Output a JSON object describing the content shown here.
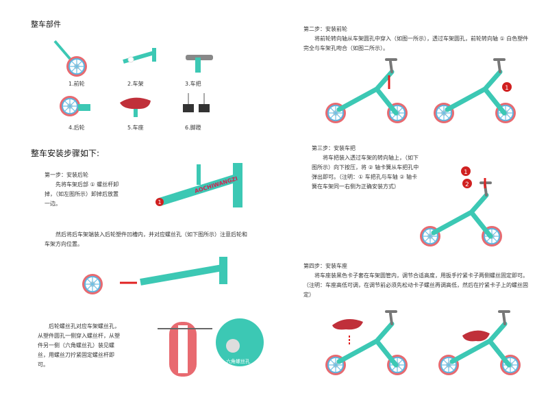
{
  "parts_title": "整车部件",
  "parts": [
    "1.前轮",
    "2.车架",
    "3.车把",
    "4.后轮",
    "5.车座",
    "6.脚蹬"
  ],
  "steps_title": "整车安装步骤如下:",
  "step1": {
    "title": "第一步：安装后轮",
    "body": "先将车架后部 ① 螺丝杆卸掉，（如左图所示）卸掉后放置一边。",
    "body2": "然后将后车架端装入后轮塑件凹槽内，并对应螺丝孔（如下图所示）注意后轮和车架方向位置。",
    "body3": "后轮螺丝孔对应车架螺丝孔，从塑件圆孔一侧穿入螺丝杆，从塑件另一侧（六角螺丝孔）装见螺丝，用螺丝刀拧紧固定螺丝杆即可。",
    "hex_label": "六角螺丝孔",
    "brand": "AOCHIWANGZI"
  },
  "step2": {
    "title": "第二步：安装前轮",
    "body": "将前轮转向轴从车架圆孔中穿入（如图一所示），透过车架圆孔，前轮转向轴 ① 白色塑件完全与车架孔吻合（如图二所示）。"
  },
  "step3": {
    "title": "第三步：安装车把",
    "body": "将车把装入透过车架的转向轴上，（如下图所示）向下按压，将 ② 轴卡簧从车把孔中弹出即可。（注明：① 车把孔与车轴 ② 轴卡簧在车架同一右侧为正确安装方式）"
  },
  "step4": {
    "title": "第四步：安装车座",
    "body": "将车座装黑色卡子套在车架圆管内，调节合适高度，用扳手拧紧卡子两侧螺丝固定即可。（注明：车座高低可调，在调节前必须先松动卡子螺丝再调高低，然后在拧紧卡子上的螺丝固定）"
  },
  "markers": [
    "1",
    "2"
  ],
  "colors": {
    "teal": "#3cc8b4",
    "red": "#e0424e",
    "wheel": "#4aa8d8"
  }
}
